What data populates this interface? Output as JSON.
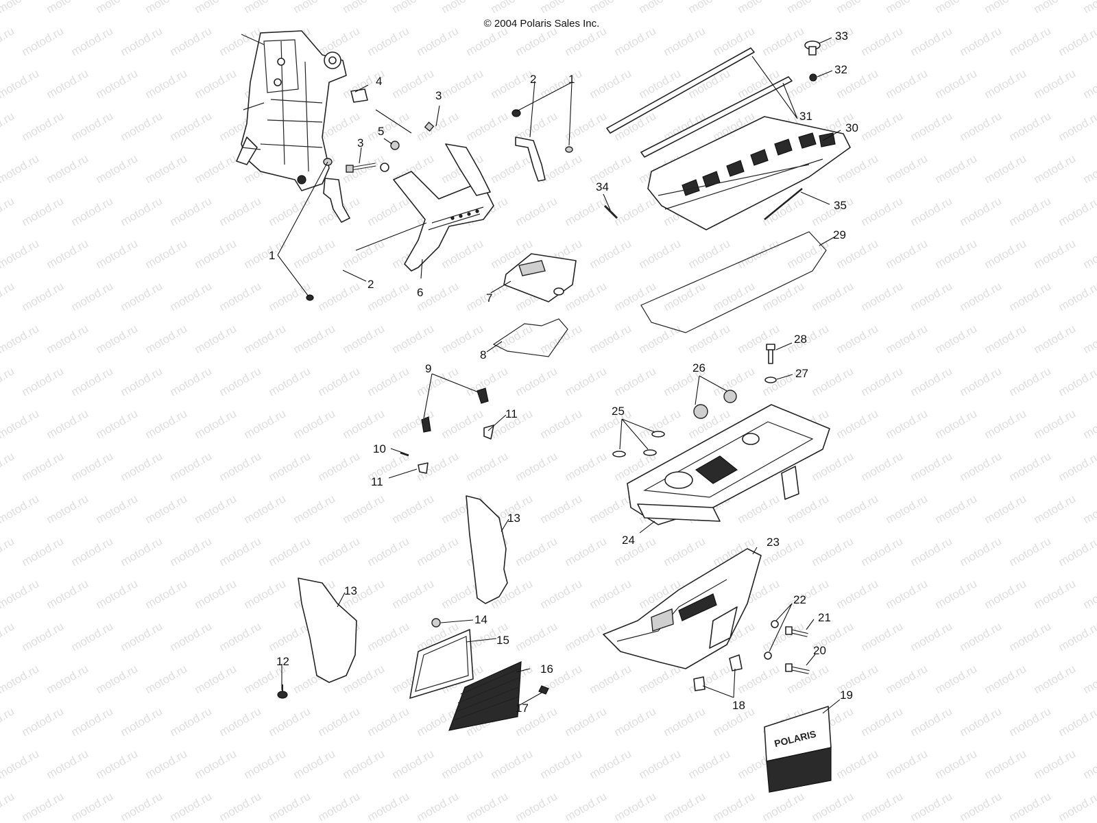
{
  "copyright": "© 2004 Polaris Sales Inc.",
  "watermark": "motod.ru",
  "brand_label": "POLARIS",
  "callouts": {
    "c1a": "1",
    "c1b": "1",
    "c2a": "2",
    "c2b": "2",
    "c3a": "3",
    "c3b": "3",
    "c4": "4",
    "c5": "5",
    "c6": "6",
    "c7": "7",
    "c8": "8",
    "c9": "9",
    "c10": "10",
    "c11a": "11",
    "c11b": "11",
    "c12": "12",
    "c13a": "13",
    "c13b": "13",
    "c14": "14",
    "c15": "15",
    "c16": "16",
    "c17": "17",
    "c18": "18",
    "c19": "19",
    "c20": "20",
    "c21": "21",
    "c22": "22",
    "c23": "23",
    "c24": "24",
    "c25": "25",
    "c26": "26",
    "c27": "27",
    "c28": "28",
    "c29": "29",
    "c30": "30",
    "c31": "31",
    "c32": "32",
    "c33": "33",
    "c34": "34",
    "c35": "35"
  },
  "colors": {
    "ink": "#111111",
    "watermark": "#dedede",
    "background": "#ffffff"
  }
}
